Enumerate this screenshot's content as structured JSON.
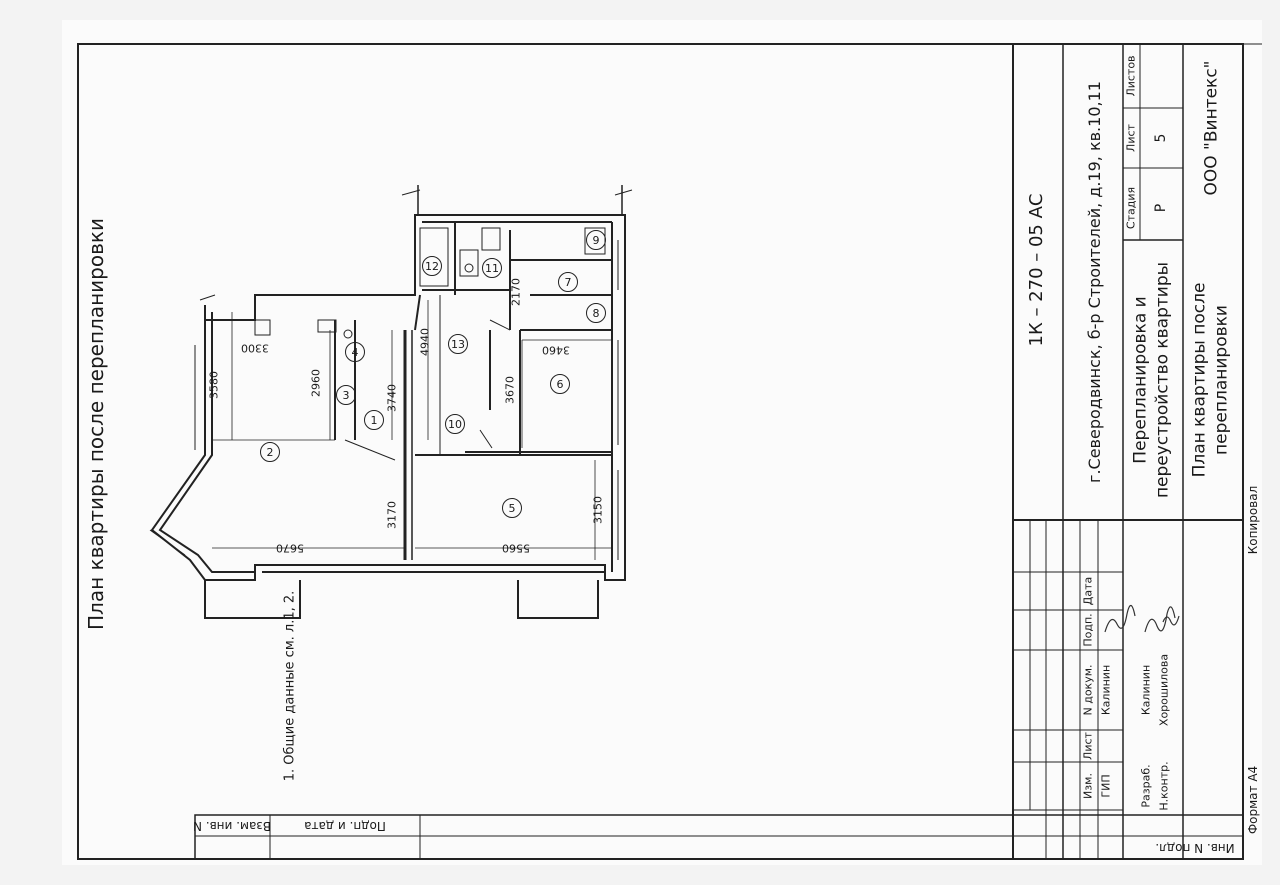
{
  "drawing": {
    "plan_title": "План квартиры после перепланировки",
    "general_note": "1. Общие данные см. л.1, 2.",
    "document_code": "1К – 270 – 05 АС",
    "address": "г.Северодвинск, б-р Строителей, д.19, кв.10,11",
    "project_name_line1": "Перепланировка и",
    "project_name_line2": "переустройство квартиры",
    "sheet_name_line1": "План квартиры после",
    "sheet_name_line2": "перепланировки",
    "company": "ООО \"Винтекс\"",
    "format_label": "Формат А4",
    "copied_label": "Копировал"
  },
  "title_block": {
    "stage_header": "Стадия",
    "sheet_header": "Лист",
    "sheets_header": "Листов",
    "stage_value": "Р",
    "sheet_value": "5",
    "sheets_value": "",
    "col_change": "Изм.",
    "col_list": "Лист",
    "col_doc": "N докум.",
    "col_sign": "Подп.",
    "col_date": "Дата",
    "row_gip": "ГИП",
    "row_dev": "Разраб.",
    "row_control": "Н.контр.",
    "name_gip": "Калинин",
    "name_dev": "Калинин",
    "name_control": "Хорошилова"
  },
  "side_stamps": {
    "replace_inv": "Взам. инв. N",
    "sign_date": "Подп. и дата",
    "inv_orig": "Инв. N подл."
  },
  "rooms": [
    "1",
    "2",
    "3",
    "4",
    "5",
    "6",
    "7",
    "8",
    "9",
    "10",
    "11",
    "12",
    "13"
  ],
  "dimensions": [
    "3300",
    "3580",
    "2960",
    "3740",
    "4940",
    "2170",
    "3460",
    "3670",
    "3170",
    "3150",
    "5670",
    "5560"
  ]
}
